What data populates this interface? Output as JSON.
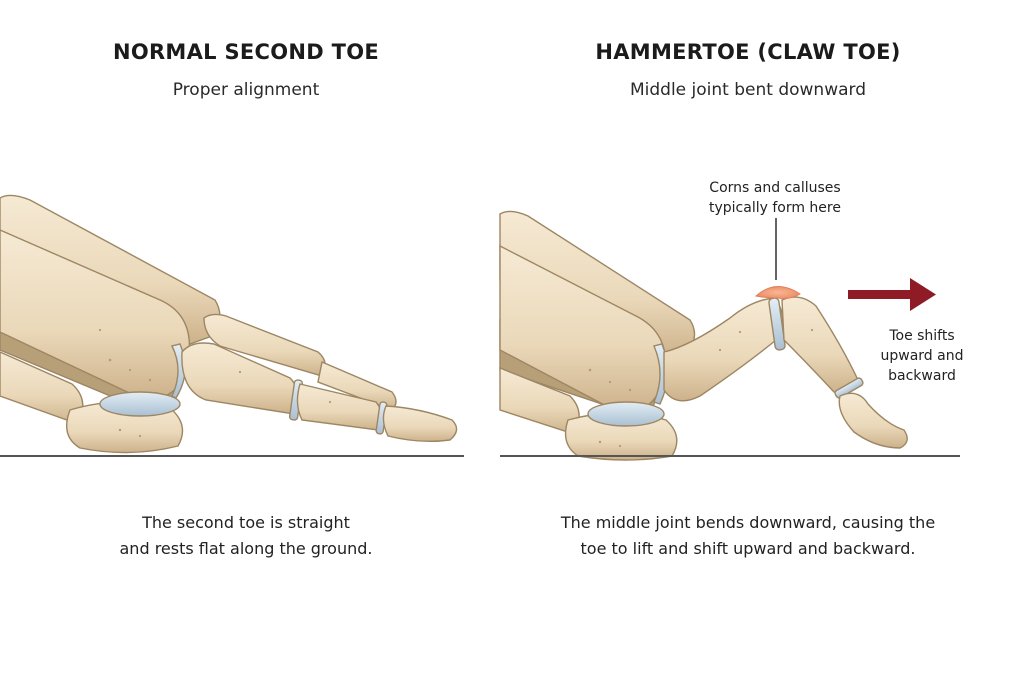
{
  "left": {
    "title": "NORMAL SECOND TOE",
    "subtitle": "Proper alignment",
    "caption_line1": "The second toe is straight",
    "caption_line2": "and rests flat along the ground."
  },
  "right": {
    "title": "HAMMERTOE (CLAW TOE)",
    "subtitle": "Middle joint bent downward",
    "caption_line1": "The middle joint bends downward, causing the",
    "caption_line2": "toe to lift and shift upward and backward.",
    "corn_note_line1": "Corns and calluses",
    "corn_note_line2": "typically form here",
    "shift_note_line1": "Toe shifts",
    "shift_note_line2": "upward and",
    "shift_note_line3": "backward"
  },
  "colors": {
    "bone": "#ecdcc0",
    "bone_shadow": "#c9b08a",
    "cartilage": "#c6d6e3",
    "callus": "#f2a27f",
    "arrow": "#8e1b25",
    "ground": "#555555"
  }
}
